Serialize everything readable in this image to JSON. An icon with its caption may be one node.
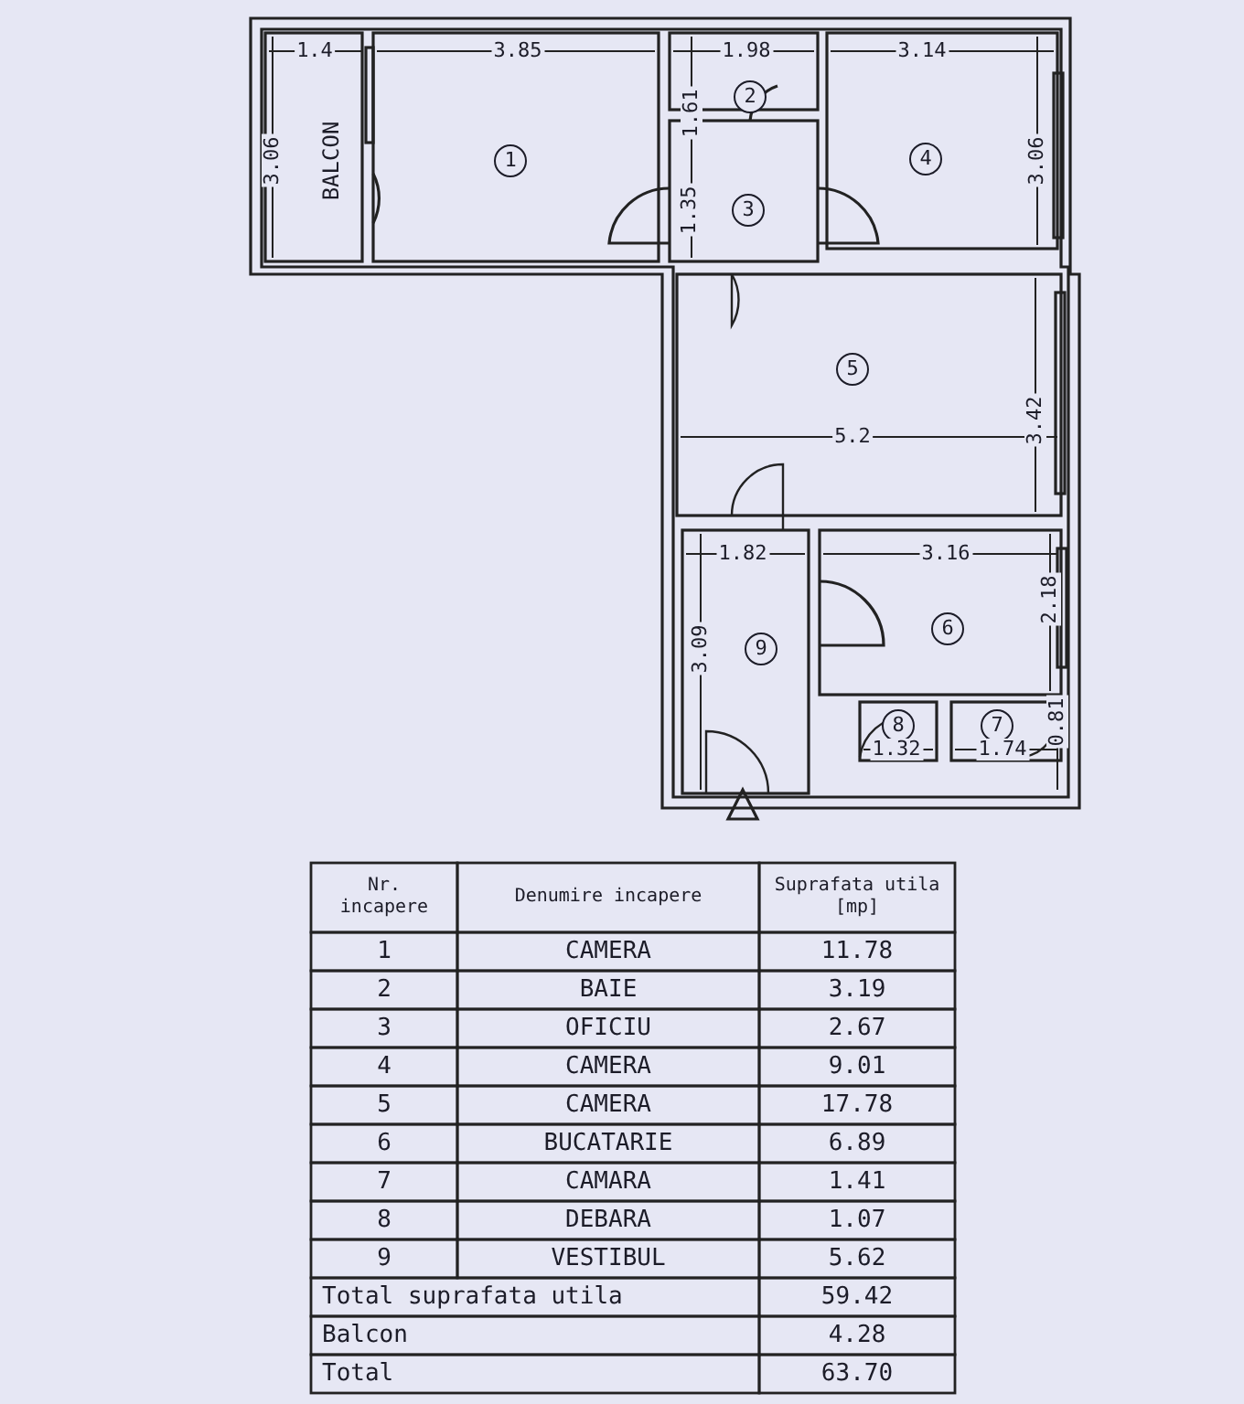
{
  "diagram": {
    "labels": [
      "1.4",
      "3.85",
      "1.98",
      "3.14",
      "1.61",
      "2",
      "3.06",
      "BALCON",
      "1",
      "3.06",
      "4",
      "1.35",
      "3",
      "5",
      "3.42",
      "5.2",
      "1.82",
      "3.16",
      "2.18",
      "6",
      "3.09",
      "9",
      "8",
      "7",
      "0.81",
      "1.32",
      "1.74",
      "Nr. incapere",
      "Denumire incapere",
      "Suprafata utila [mp]",
      "1",
      "CAMERA",
      "11.78",
      "2",
      "BAIE",
      "3.19",
      "3",
      "OFICIU",
      "2.67",
      "4",
      "CAMERA",
      "9.01",
      "5",
      "CAMERA",
      "17.78",
      "6",
      "BUCATARIE",
      "6.89",
      "7",
      "CAMARA",
      "1.41",
      "8",
      "DEBARA",
      "1.07",
      "9",
      "VESTIBUL",
      "5.62",
      "Total suprafata utila",
      "59.42",
      "Balcon",
      "4.28",
      "Total",
      "63.70"
    ]
  }
}
